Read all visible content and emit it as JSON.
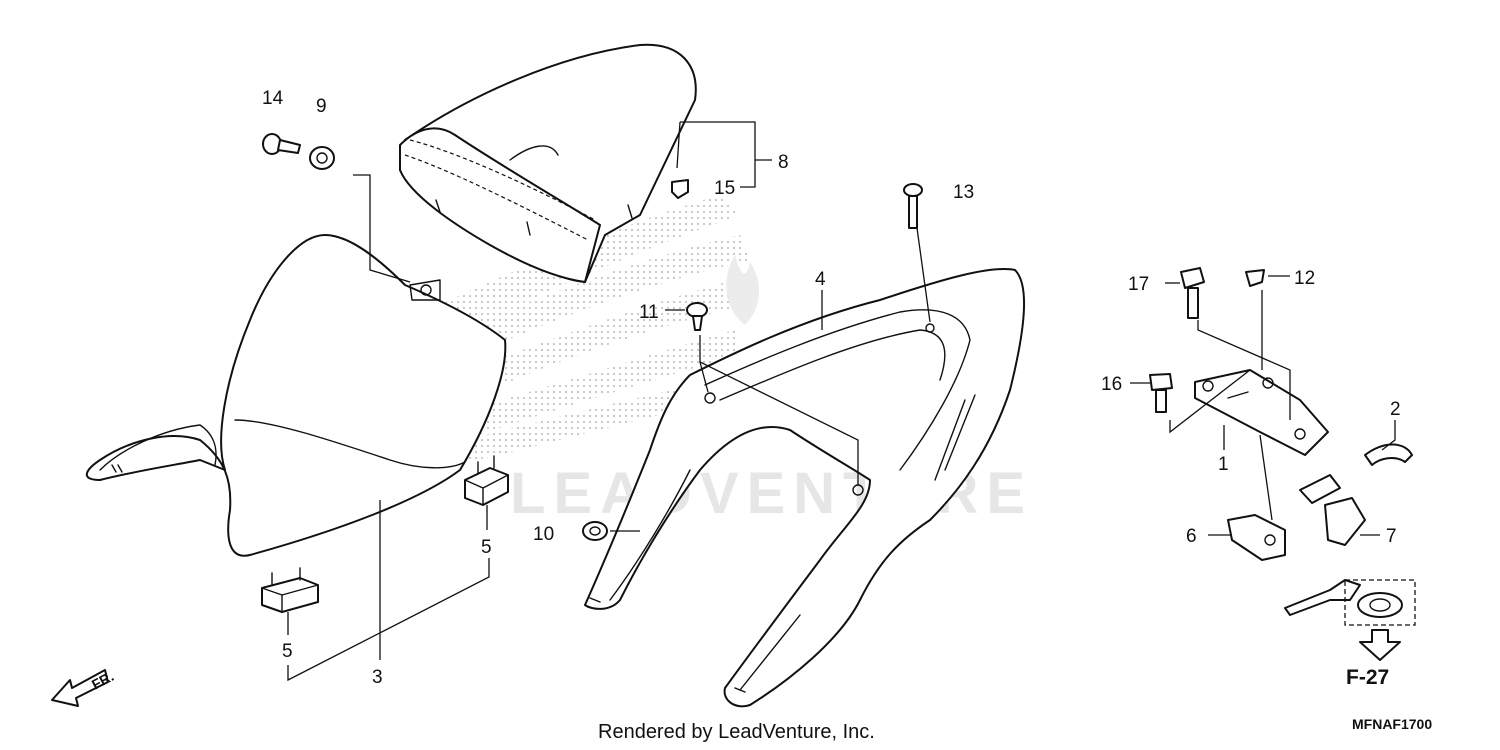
{
  "diagram": {
    "callouts": {
      "c1": "1",
      "c2": "2",
      "c3": "3",
      "c4": "4",
      "c5a": "5",
      "c5b": "5",
      "c6": "6",
      "c7": "7",
      "c8": "8",
      "c9": "9",
      "c10": "10",
      "c11": "11",
      "c12": "12",
      "c13": "13",
      "c14": "14",
      "c15": "15",
      "c16": "16",
      "c17": "17"
    },
    "front_indicator": "FR.",
    "page_reference": "F-27",
    "diagram_code": "MFNAF1700",
    "footer": "Rendered by LeadVenture, Inc.",
    "watermark": "LEADVENTURE"
  }
}
